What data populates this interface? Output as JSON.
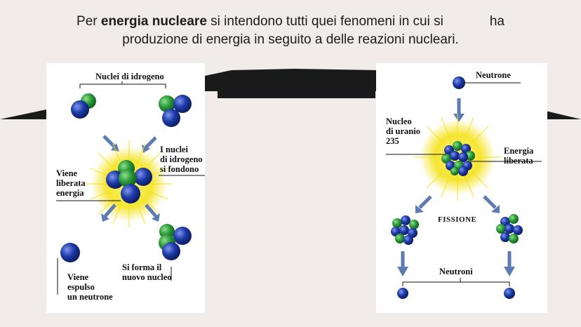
{
  "slide": {
    "title_prefix": "Per ",
    "title_bold": "energia nucleare",
    "title_rest": " si intendono tutti quei fenomeni in cui si",
    "title_end": "ha",
    "title_line2": "produzione di energia in seguito a delle reazioni nucleari."
  },
  "fusion": {
    "nuclei_label": "Nuclei di idrogeno",
    "fuse_label": "I nuclei\ndi idrogeno\nsi fondono",
    "energy_label": "Viene\nliberata\nenergia",
    "new_nucleus_label": "Si forma il\nnuovo nucleo",
    "neutron_out_label": "Viene\nespulso\nun neutrone"
  },
  "fission": {
    "neutron_label": "Neutrone",
    "uranium_label": "Nucleo\ndi uranio\n235",
    "energy_label": "Energia\nliberata",
    "fission_label": "FISSIONE",
    "neutrons_label": "Neutroni"
  },
  "colors": {
    "background": "#f1ebe9",
    "proton": "#2a9a3a",
    "neutron": "#1d3aa8",
    "arrow": "#5c7bb5",
    "energy": "#f4e21a"
  }
}
